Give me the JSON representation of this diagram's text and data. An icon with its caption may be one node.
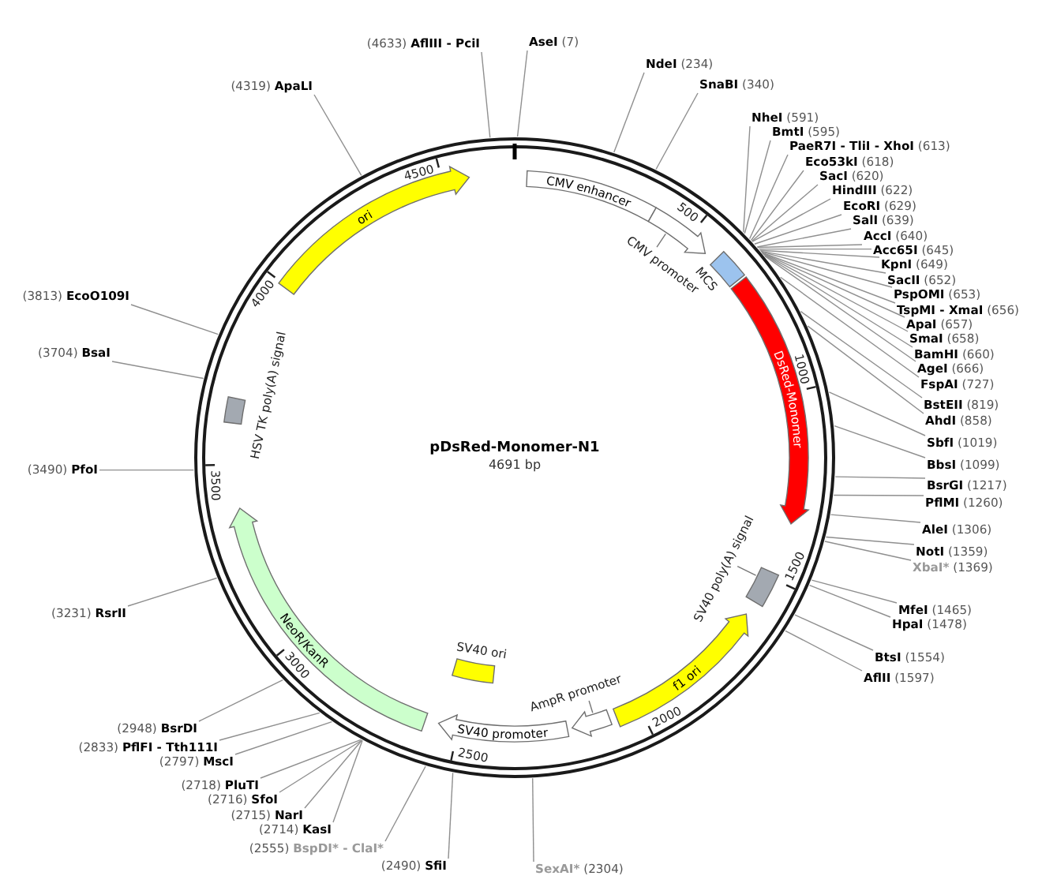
{
  "diagram": {
    "nodes": [
      {
        "text": [
          "pDsRed-Monomer-N1",
          "4691 bp"
        ]
      },
      {
        "text": [
          "CMV enhancer"
        ],
        "in": 0
      },
      {
        "text": [
          "CMV promoter"
        ],
        "in": 0
      },
      {
        "text": [
          "MCS"
        ],
        "in": 0
      },
      {
        "text": [
          "DsRed-Monomer"
        ],
        "in": 0
      },
      {
        "text": [
          "SV40 poly(A) signal"
        ],
        "in": 0
      },
      {
        "text": [
          "f1 ori"
        ],
        "in": 0
      },
      {
        "text": [
          "AmpR promoter"
        ],
        "in": 0
      },
      {
        "text": [
          "SV40 promoter"
        ],
        "in": 0
      },
      {
        "text": [
          "SV40 ori"
        ],
        "in": 0
      },
      {
        "text": [
          "NeoR/KanR"
        ],
        "in": 0
      },
      {
        "text": [
          "HSV TK poly(A) signal"
        ],
        "in": 0
      },
      {
        "text": [
          "ori"
        ],
        "in": 0
      },
      {
        "text": [
          "AseI",
          "(7)"
        ]
      },
      {
        "text": [
          "NdeI",
          "(234)"
        ]
      },
      {
        "text": [
          "SnaBI",
          "(340)"
        ]
      },
      {
        "text": [
          "NheI",
          "(591)"
        ]
      },
      {
        "text": [
          "BmtI",
          "(595)"
        ]
      },
      {
        "text": [
          "PaeR7I - TliI - XhoI",
          "(613)"
        ]
      },
      {
        "text": [
          "Eco53kI",
          "(618)"
        ]
      },
      {
        "text": [
          "SacI",
          "(620)"
        ]
      },
      {
        "text": [
          "HindIII",
          "(622)"
        ]
      },
      {
        "text": [
          "EcoRI",
          "(629)"
        ]
      },
      {
        "text": [
          "SalI",
          "(639)"
        ]
      },
      {
        "text": [
          "AccI",
          "(640)"
        ]
      },
      {
        "text": [
          "Acc65I",
          "(645)"
        ]
      },
      {
        "text": [
          "KpnI",
          "(649)"
        ]
      },
      {
        "text": [
          "SacII",
          "(652)"
        ]
      },
      {
        "text": [
          "PspOMI",
          "(653)"
        ]
      },
      {
        "text": [
          "TspMI - XmaI",
          "(656)"
        ]
      },
      {
        "text": [
          "ApaI",
          "(657)"
        ]
      },
      {
        "text": [
          "SmaI",
          "(658)"
        ]
      },
      {
        "text": [
          "BamHI",
          "(660)"
        ]
      },
      {
        "text": [
          "AgeI",
          "(666)"
        ]
      },
      {
        "text": [
          "FspAI",
          "(727)"
        ]
      },
      {
        "text": [
          "BstEII",
          "(819)"
        ]
      },
      {
        "text": [
          "AhdI",
          "(858)"
        ]
      },
      {
        "text": [
          "SbfI",
          "(1019)"
        ]
      },
      {
        "text": [
          "BbsI",
          "(1099)"
        ]
      },
      {
        "text": [
          "BsrGI",
          "(1217)"
        ]
      },
      {
        "text": [
          "PflMI",
          "(1260)"
        ]
      },
      {
        "text": [
          "AleI",
          "(1306)"
        ]
      },
      {
        "text": [
          "NotI",
          "(1359)"
        ]
      },
      {
        "text": [
          "XbaI*",
          "(1369)"
        ]
      },
      {
        "text": [
          "MfeI",
          "(1465)"
        ]
      },
      {
        "text": [
          "HpaI",
          "(1478)"
        ]
      },
      {
        "text": [
          "BtsI",
          "(1554)"
        ]
      },
      {
        "text": [
          "AflII",
          "(1597)"
        ]
      },
      {
        "text": [
          "SexAI*",
          "(2304)"
        ]
      },
      {
        "text": [
          "(2490)",
          "SfiI"
        ]
      },
      {
        "text": [
          "(2555)",
          "BspDI* - ClaI*"
        ]
      },
      {
        "text": [
          "(2714)",
          "KasI"
        ]
      },
      {
        "text": [
          "(2715)",
          "NarI"
        ]
      },
      {
        "text": [
          "(2716)",
          "SfoI"
        ]
      },
      {
        "text": [
          "(2718)",
          "PluTI"
        ]
      },
      {
        "text": [
          "(2797)",
          "MscI"
        ]
      },
      {
        "text": [
          "(2833)",
          "PflFI - Tth111I"
        ]
      },
      {
        "text": [
          "(2948)",
          "BsrDI"
        ]
      },
      {
        "text": [
          "(3231)",
          "RsrII"
        ]
      },
      {
        "text": [
          "(3490)",
          "PfoI"
        ]
      },
      {
        "text": [
          "(3704)",
          "BsaI"
        ]
      },
      {
        "text": [
          "(3813)",
          "EcoO109I"
        ]
      },
      {
        "text": [
          "(4319)",
          "ApaLI"
        ]
      },
      {
        "text": [
          "(4633)",
          "AflIII - PciI"
        ]
      }
    ],
    "edges": [
      {
        "from": 13,
        "to": 0,
        "arrow": "none"
      },
      {
        "from": 14,
        "to": 0,
        "arrow": "none"
      },
      {
        "from": 15,
        "to": 0,
        "arrow": "none"
      },
      {
        "from": 16,
        "to": 0,
        "arrow": "none"
      },
      {
        "from": 17,
        "to": 0,
        "arrow": "none"
      },
      {
        "from": 18,
        "to": 0,
        "arrow": "none"
      },
      {
        "from": 19,
        "to": 0,
        "arrow": "none"
      },
      {
        "from": 20,
        "to": 0,
        "arrow": "none"
      },
      {
        "from": 21,
        "to": 0,
        "arrow": "none"
      },
      {
        "from": 22,
        "to": 0,
        "arrow": "none"
      },
      {
        "from": 23,
        "to": 0,
        "arrow": "none"
      },
      {
        "from": 24,
        "to": 0,
        "arrow": "none"
      },
      {
        "from": 25,
        "to": 0,
        "arrow": "none"
      },
      {
        "from": 26,
        "to": 0,
        "arrow": "none"
      },
      {
        "from": 27,
        "to": 0,
        "arrow": "none"
      },
      {
        "from": 28,
        "to": 0,
        "arrow": "none"
      },
      {
        "from": 29,
        "to": 0,
        "arrow": "none"
      },
      {
        "from": 30,
        "to": 0,
        "arrow": "none"
      },
      {
        "from": 31,
        "to": 0,
        "arrow": "none"
      },
      {
        "from": 32,
        "to": 0,
        "arrow": "none"
      },
      {
        "from": 33,
        "to": 0,
        "arrow": "none"
      },
      {
        "from": 34,
        "to": 0,
        "arrow": "none"
      },
      {
        "from": 35,
        "to": 0,
        "arrow": "none"
      },
      {
        "from": 36,
        "to": 0,
        "arrow": "none"
      },
      {
        "from": 37,
        "to": 0,
        "arrow": "none"
      },
      {
        "from": 38,
        "to": 0,
        "arrow": "none"
      },
      {
        "from": 39,
        "to": 0,
        "arrow": "none"
      },
      {
        "from": 40,
        "to": 0,
        "arrow": "none"
      },
      {
        "from": 41,
        "to": 0,
        "arrow": "none"
      },
      {
        "from": 42,
        "to": 0,
        "arrow": "none"
      },
      {
        "from": 43,
        "to": 0,
        "arrow": "none"
      },
      {
        "from": 44,
        "to": 0,
        "arrow": "none"
      },
      {
        "from": 45,
        "to": 0,
        "arrow": "none"
      },
      {
        "from": 46,
        "to": 0,
        "arrow": "none"
      },
      {
        "from": 47,
        "to": 0,
        "arrow": "none"
      },
      {
        "from": 48,
        "to": 0,
        "arrow": "none"
      },
      {
        "from": 49,
        "to": 0,
        "arrow": "none"
      },
      {
        "from": 50,
        "to": 0,
        "arrow": "none"
      },
      {
        "from": 51,
        "to": 0,
        "arrow": "none"
      },
      {
        "from": 52,
        "to": 0,
        "arrow": "none"
      },
      {
        "from": 53,
        "to": 0,
        "arrow": "none"
      },
      {
        "from": 54,
        "to": 0,
        "arrow": "none"
      },
      {
        "from": 55,
        "to": 0,
        "arrow": "none"
      },
      {
        "from": 56,
        "to": 0,
        "arrow": "none"
      },
      {
        "from": 57,
        "to": 0,
        "arrow": "none"
      },
      {
        "from": 58,
        "to": 0,
        "arrow": "none"
      },
      {
        "from": 59,
        "to": 0,
        "arrow": "none"
      },
      {
        "from": 60,
        "to": 0,
        "arrow": "none"
      },
      {
        "from": 61,
        "to": 0,
        "arrow": "none"
      },
      {
        "from": 62,
        "to": 0,
        "arrow": "none"
      },
      {
        "from": 63,
        "to": 0,
        "arrow": "none"
      }
    ],
    "labels": [
      "500",
      "1000",
      "1500",
      "2000",
      "2500",
      "3000",
      "3500",
      "4000",
      "4500"
    ]
  }
}
